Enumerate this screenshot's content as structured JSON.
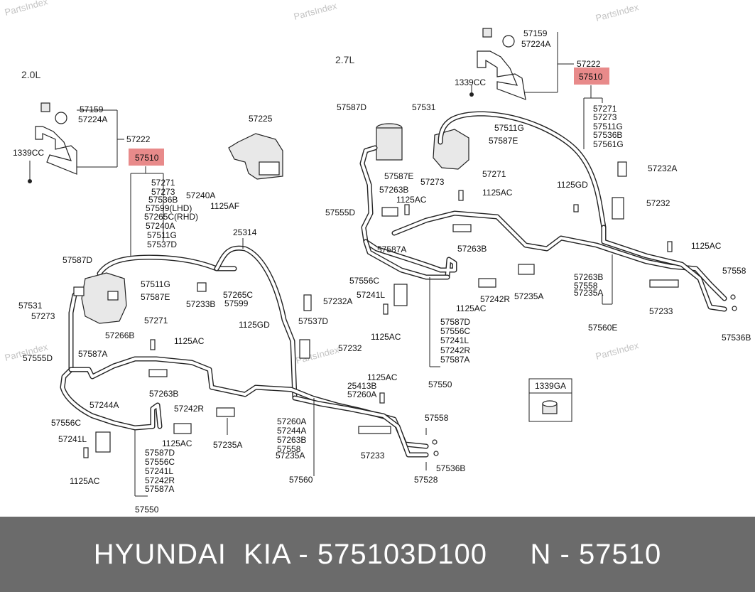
{
  "watermark": "PartsIndex",
  "engine_labels": {
    "left": "2.0L",
    "right": "2.7L"
  },
  "highlight_part": "57510",
  "footer": {
    "text": "HYUNDAI  KIA - 575103D100     N - 57510"
  },
  "labels_left": {
    "l57159": "57159",
    "l57224A": "57224A",
    "l57222": "57222",
    "l1339CC": "1339CC",
    "l57510": "57510",
    "l57225": "57225",
    "list1": [
      "57271",
      "57273",
      "57536B",
      "57599(LHD)",
      "57265C(RHD)",
      "57240A",
      "57511G",
      "57537D"
    ],
    "l57240A": "57240A",
    "l1125AF": "1125AF",
    "l25314": "25314",
    "l57587D": "57587D",
    "l57511G": "57511G",
    "l57587E": "57587E",
    "l57531": "57531",
    "l57273": "57273",
    "l57271": "57271",
    "l57233B": "57233B",
    "l57265C": "57265C",
    "l57599": "57599",
    "l57232A": "57232A",
    "l1125GD": "1125GD",
    "l57537D": "57537D",
    "l57232": "57232",
    "l57266B": "57266B",
    "l1125AC_a": "1125AC",
    "l57555D": "57555D",
    "l57587A": "57587A",
    "l57263B": "57263B",
    "l57244A": "57244A",
    "l57242R": "57242R",
    "l1125AC_b": "1125AC",
    "l57235A": "57235A",
    "l57556C": "57556C",
    "l57241L": "57241L",
    "l1125AC_c": "1125AC",
    "list2": [
      "57587D",
      "57556C",
      "57241L",
      "57242R",
      "57587A"
    ],
    "l57550": "57550",
    "l25413B": "25413B",
    "l57260A": "57260A",
    "l1125AC_d": "1125AC",
    "list3": [
      "57260A",
      "57244A",
      "57263B",
      "57558",
      "57235A"
    ],
    "l57560": "57560",
    "l57233": "57233",
    "l57558": "57558",
    "l57536B": "57536B",
    "l57528": "57528"
  },
  "labels_right": {
    "l57159": "57159",
    "l57224A": "57224A",
    "l57222": "57222",
    "l1339CC": "1339CC",
    "l57510": "57510",
    "list1": [
      "57271",
      "57273",
      "57511G",
      "57536B",
      "57561G"
    ],
    "l57587D": "57587D",
    "l57531": "57531",
    "l57511G": "57511G",
    "l57587E_a": "57587E",
    "l57587E_b": "57587E",
    "l57273": "57273",
    "l57271": "57271",
    "l57232A": "57232A",
    "l57263B": "57263B",
    "l1125AC_a": "1125AC",
    "l1125AC_b": "1125AC",
    "l1125GD": "1125GD",
    "l57232": "57232",
    "l57555D": "57555D",
    "l57587A": "57587A",
    "l57263B_b": "57263B",
    "l1125AC_c": "1125AC",
    "l57556C": "57556C",
    "l57241L": "57241L",
    "l57242R": "57242R",
    "l1125AC_d": "1125AC",
    "l57235A": "57235A",
    "l1125AC_e": "1125AC",
    "list2": [
      "57263B",
      "57558",
      "57235A"
    ],
    "l57558": "57558",
    "l57233": "57233",
    "list3": [
      "57587D",
      "57556C",
      "57241L",
      "57242R",
      "57587A"
    ],
    "l57550": "57550",
    "l57560E": "57560E",
    "l57536B": "57536B",
    "l1339GA": "1339GA"
  }
}
